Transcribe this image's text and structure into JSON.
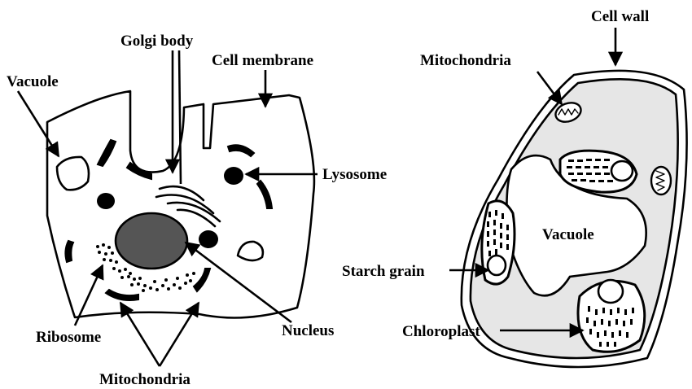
{
  "animal_cell": {
    "labels": {
      "vacuole": "Vacuole",
      "golgi_body": "Golgi body",
      "cell_membrane": "Cell membrane",
      "lysosome": "Lysosome",
      "ribosome": "Ribosome",
      "nucleus": "Nucleus",
      "mitochondria": "Mitochondria"
    }
  },
  "plant_cell": {
    "labels": {
      "cell_wall": "Cell wall",
      "mitochondria": "Mitochondria",
      "vacuole": "Vacuole",
      "starch_grain": "Starch grain",
      "chloroplast": "Chloroplast"
    }
  },
  "colors": {
    "ink": "#000000",
    "nucleus_fill": "#555555",
    "cytoplasm_fill": "#e6e6e6",
    "background": "#ffffff"
  }
}
